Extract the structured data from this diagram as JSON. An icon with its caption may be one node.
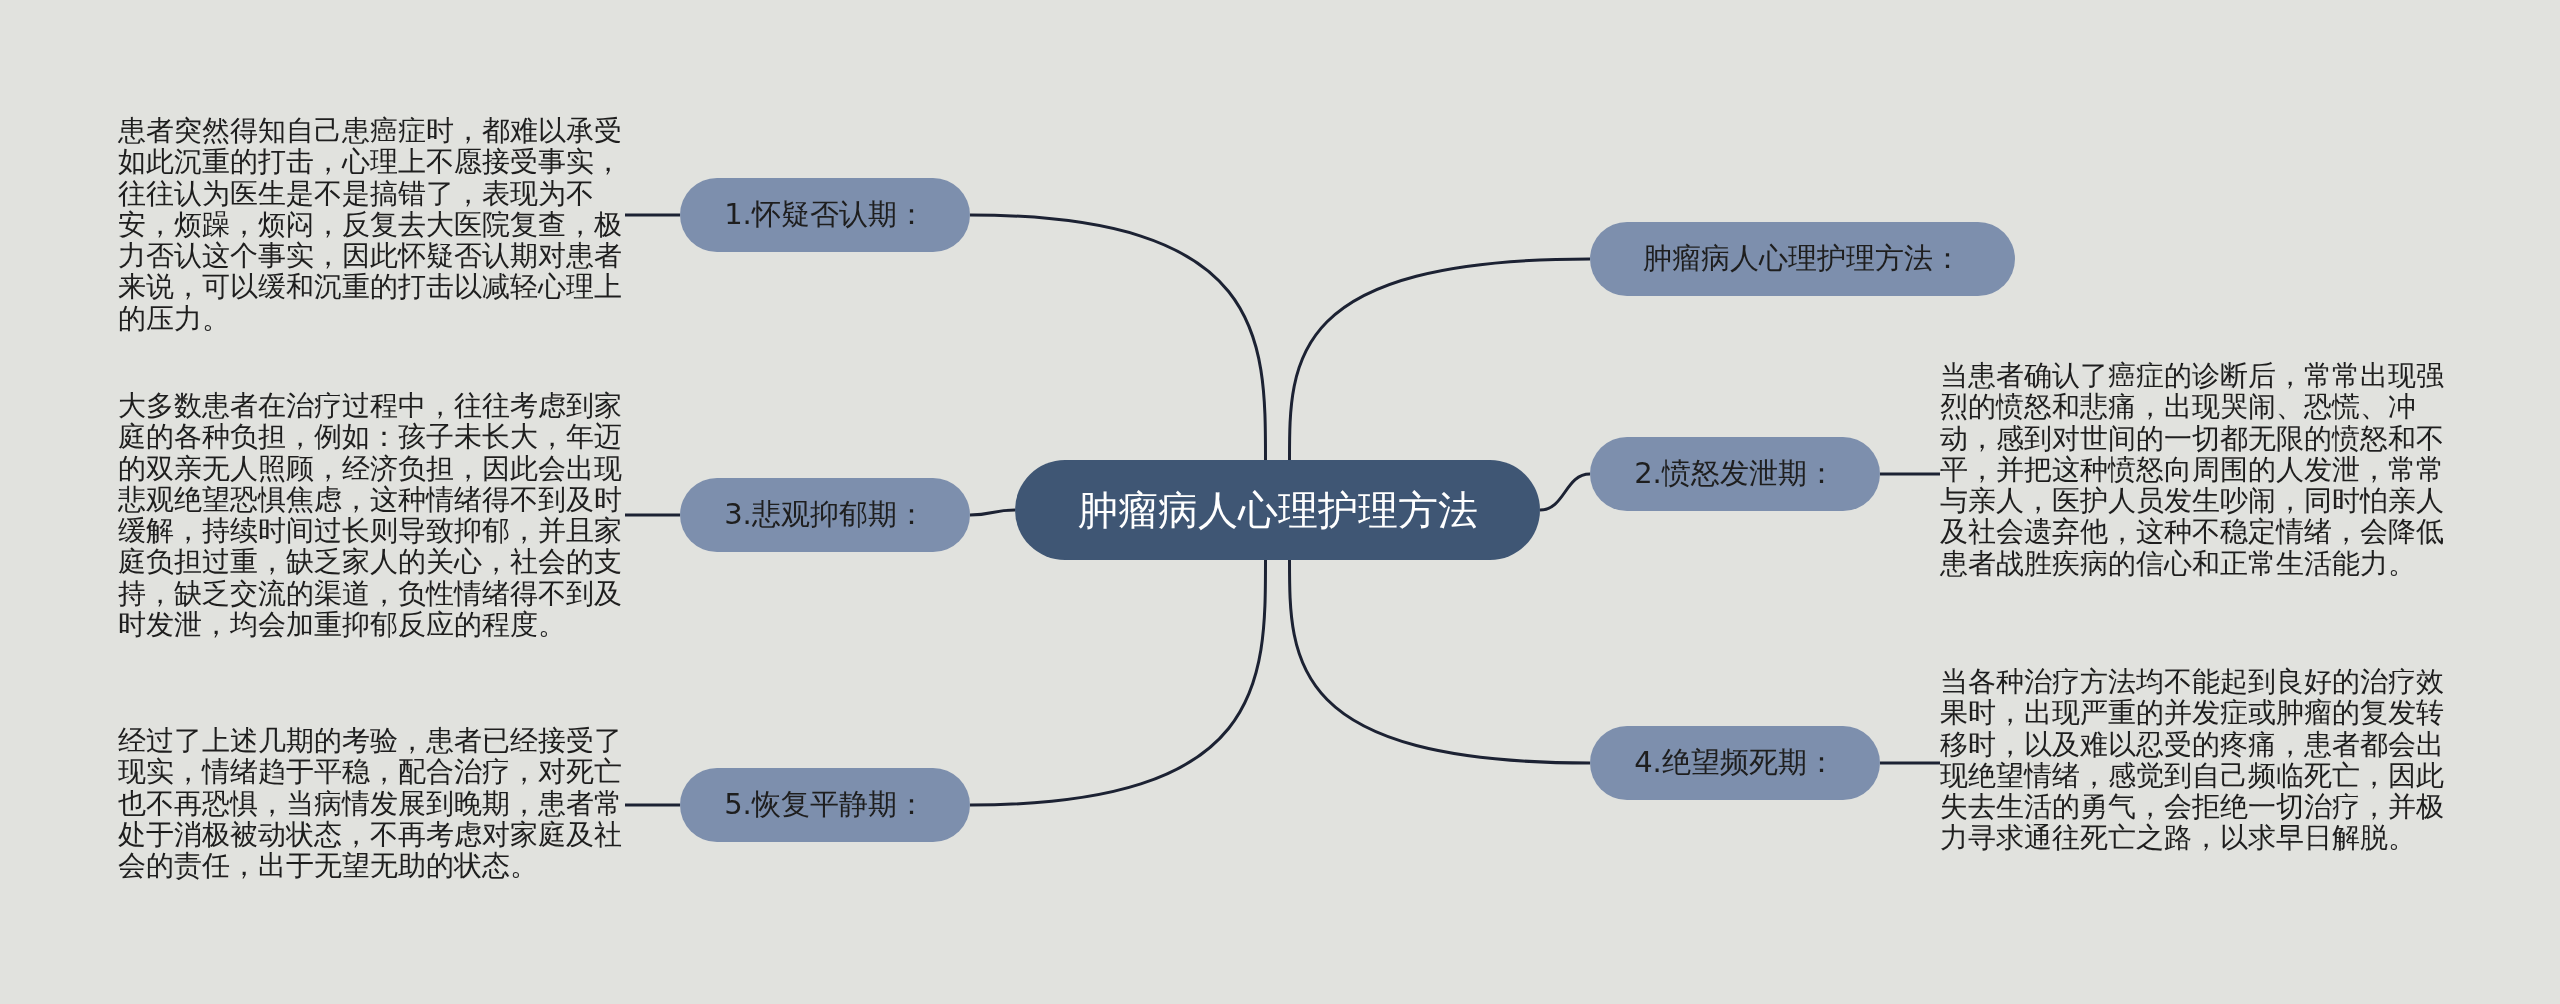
{
  "diagram": {
    "nodes": [
      {
        "text": [
          "肿瘤病人心理护理方法"
        ]
      },
      {
        "text": [
          "1.怀疑否认期："
        ]
      },
      {
        "text": [
          "患者突然得知自己患癌症时，都难以承受如此沉重的打击，心理上不愿接受事实，往往认为医生是不是搞错了，表现为不安，烦躁，烦闷，反复去大医院复查，极力否认这个事实，因此怀疑否认期对患者来说，可以缓和沉重的打击以减轻心理上的压力。"
        ]
      },
      {
        "text": [
          "3.悲观抑郁期："
        ]
      },
      {
        "text": [
          "大多数患者在治疗过程中，往往考虑到家庭的各种负担，例如：孩子未长大，年迈的双亲无人照顾，经济负担，因此会出现悲观绝望恐惧焦虑，这种情绪得不到及时缓解，持续时间过长则导致抑郁，并且家庭负担过重，缺乏家人的关心，社会的支持，缺乏交流的渠道，负性情绪得不到及时发泄，均会加重抑郁反应的程度。"
        ]
      },
      {
        "text": [
          "5.恢复平静期："
        ]
      },
      {
        "text": [
          "经过了上述几期的考验，患者已经接受了现实，情绪趋于平稳，配合治疗，对死亡也不再恐惧，当病情发展到晚期，患者常处于消极被动状态，不再考虑对家庭及社会的责任，出于无望无助的状态。"
        ]
      },
      {
        "text": [
          "肿瘤病人心理护理方法："
        ]
      },
      {
        "text": [
          "2.愤怒发泄期："
        ]
      },
      {
        "text": [
          "当患者确认了癌症的诊断后，常常出现强烈的愤怒和悲痛，出现哭闹、恐慌、冲动，感到对世间的一切都无限的愤怒和不平，并把这种愤怒向周围的人发泄，常常与亲人，医护人员发生吵闹，同时怕亲人及社会遗弃他，这种不稳定情绪，会降低患者战胜疾病的信心和正常生活能力。"
        ]
      },
      {
        "text": [
          "4.绝望频死期："
        ]
      },
      {
        "text": [
          "当各种治疗方法均不能起到良好的治疗效果时，出现严重的并发症或肿瘤的复发转移时，以及难以忍受的疼痛，患者都会出现绝望情绪，感觉到自己频临死亡，因此失去生活的勇气，会拒绝一切治疗，并极力寻求通往死亡之路，以求早日解脱。"
        ]
      }
    ],
    "edges": [
      {
        "from": 0,
        "to": 1,
        "arrow": "none"
      },
      {
        "from": 0,
        "to": 3,
        "arrow": "none"
      },
      {
        "from": 0,
        "to": 5,
        "arrow": "none"
      },
      {
        "from": 0,
        "to": 7,
        "arrow": "none"
      },
      {
        "from": 0,
        "to": 8,
        "arrow": "none"
      },
      {
        "from": 0,
        "to": 10,
        "arrow": "none"
      },
      {
        "from": 1,
        "to": 2,
        "arrow": "none"
      },
      {
        "from": 3,
        "to": 4,
        "arrow": "none"
      },
      {
        "from": 5,
        "to": 6,
        "arrow": "none"
      },
      {
        "from": 8,
        "to": 9,
        "arrow": "none"
      },
      {
        "from": 10,
        "to": 11,
        "arrow": "none"
      }
    ]
  }
}
